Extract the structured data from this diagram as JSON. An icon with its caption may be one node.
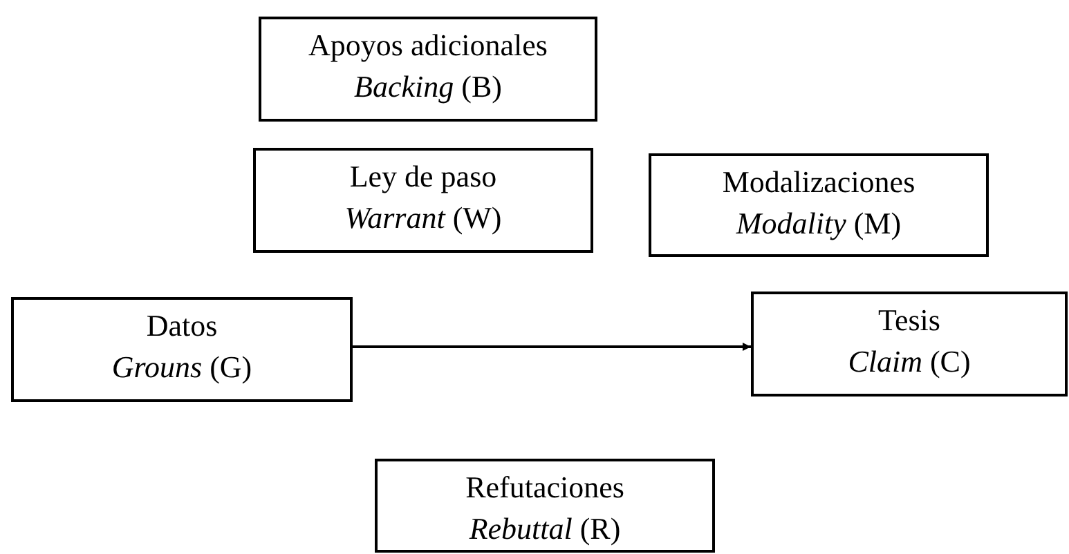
{
  "diagram": {
    "nodes": [
      {
        "text": [
          "Apoyos adicionales",
          "*Backing* (B)"
        ]
      },
      {
        "text": [
          "Ley de paso",
          "*Warrant* (W)"
        ]
      },
      {
        "text": [
          "Modalizaciones",
          "*Modality* (M)"
        ]
      },
      {
        "text": [
          "Datos",
          "*Grouns* (G)"
        ]
      },
      {
        "text": [
          "Tesis",
          "*Claim* (C)"
        ]
      },
      {
        "text": [
          "Refutaciones",
          "*Rebuttal* (R)"
        ]
      }
    ],
    "edges": [
      {
        "from": 3,
        "to": 4,
        "arrow": "to"
      }
    ]
  }
}
